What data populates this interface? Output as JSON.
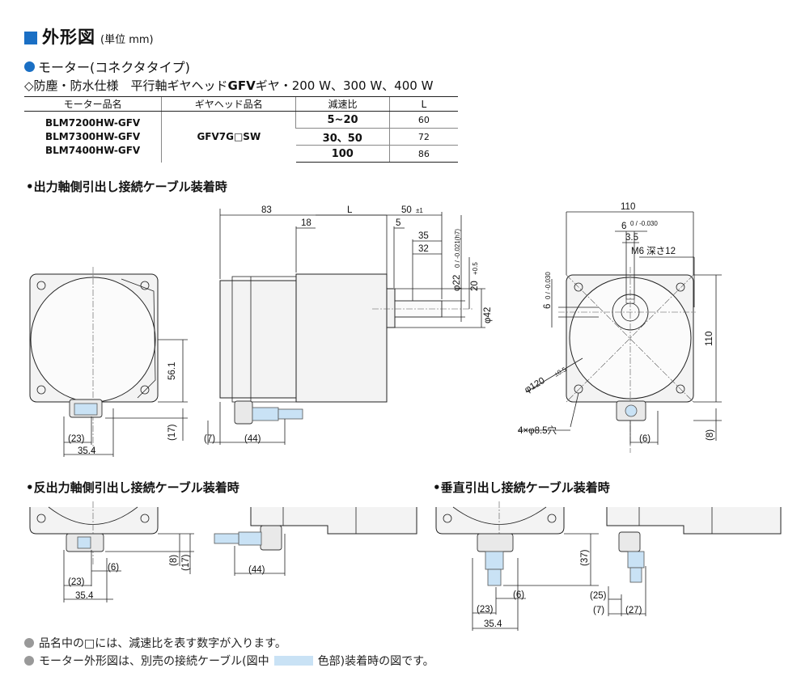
{
  "header": {
    "title": "外形図",
    "unit": "(単位 mm)"
  },
  "motor_heading": "モーター(コネクタタイプ)",
  "spec": {
    "prefix": "◇防塵・防水仕様　平行軸ギヤヘッド",
    "gfv": "GFV",
    "suffix": "ギヤ・200 W、300 W、400 W"
  },
  "table": {
    "headers": [
      "モーター品名",
      "ギヤヘッド品名",
      "減速比",
      "L"
    ],
    "models": [
      "BLM7200HW-GFV",
      "BLM7300HW-GFV",
      "BLM7400HW-GFV"
    ],
    "gearhead": "GFV7G□SW",
    "rows": [
      {
        "ratio": "5~20",
        "l": "60"
      },
      {
        "ratio": "30、50",
        "l": "72"
      },
      {
        "ratio": "100",
        "l": "86"
      }
    ]
  },
  "sections": {
    "output_side": "•出力軸側引出し接続ケーブル装着時",
    "opposite_side": "•反出力軸側引出し接続ケーブル装着時",
    "vertical": "•垂直引出し接続ケーブル装着時"
  },
  "dims": {
    "d83": "83",
    "d18": "18",
    "dL": "L",
    "d50": "50",
    "d50tol": "±1",
    "d5": "5",
    "d35": "35",
    "d32": "32",
    "phi22": "φ22",
    "phi22tol": "0 / -0.021(h7)",
    "d20": "20",
    "d20tol": "+0.5",
    "phi42": "φ42",
    "d561": "56.1",
    "d17": "(17)",
    "d23": "(23)",
    "d354": "35.4",
    "d7": "(7)",
    "d44": "(44)",
    "d110": "110",
    "d6key": "6",
    "d6keytol": "0 / -0.030",
    "d35b": "3.5",
    "m6": "M6 深さ12",
    "d6side": "6",
    "d6sidetol": "0 / -0.030",
    "phi120": "φ120",
    "phi120tol": "±0.5",
    "holes": "4×φ8.5穴",
    "d8": "(8)",
    "d6": "(6)",
    "d37": "(37)",
    "d25": "(25)",
    "d27": "(27)"
  },
  "notes": [
    "品名中の□には、減速比を表す数字が入ります。",
    "モーター外形図は、別売の接続ケーブル(図中",
    "色部)装着時の図です。"
  ],
  "colors": {
    "accent": "#1a6fc4",
    "cable": "#c9e2f5",
    "bullet_gray": "#999999"
  }
}
